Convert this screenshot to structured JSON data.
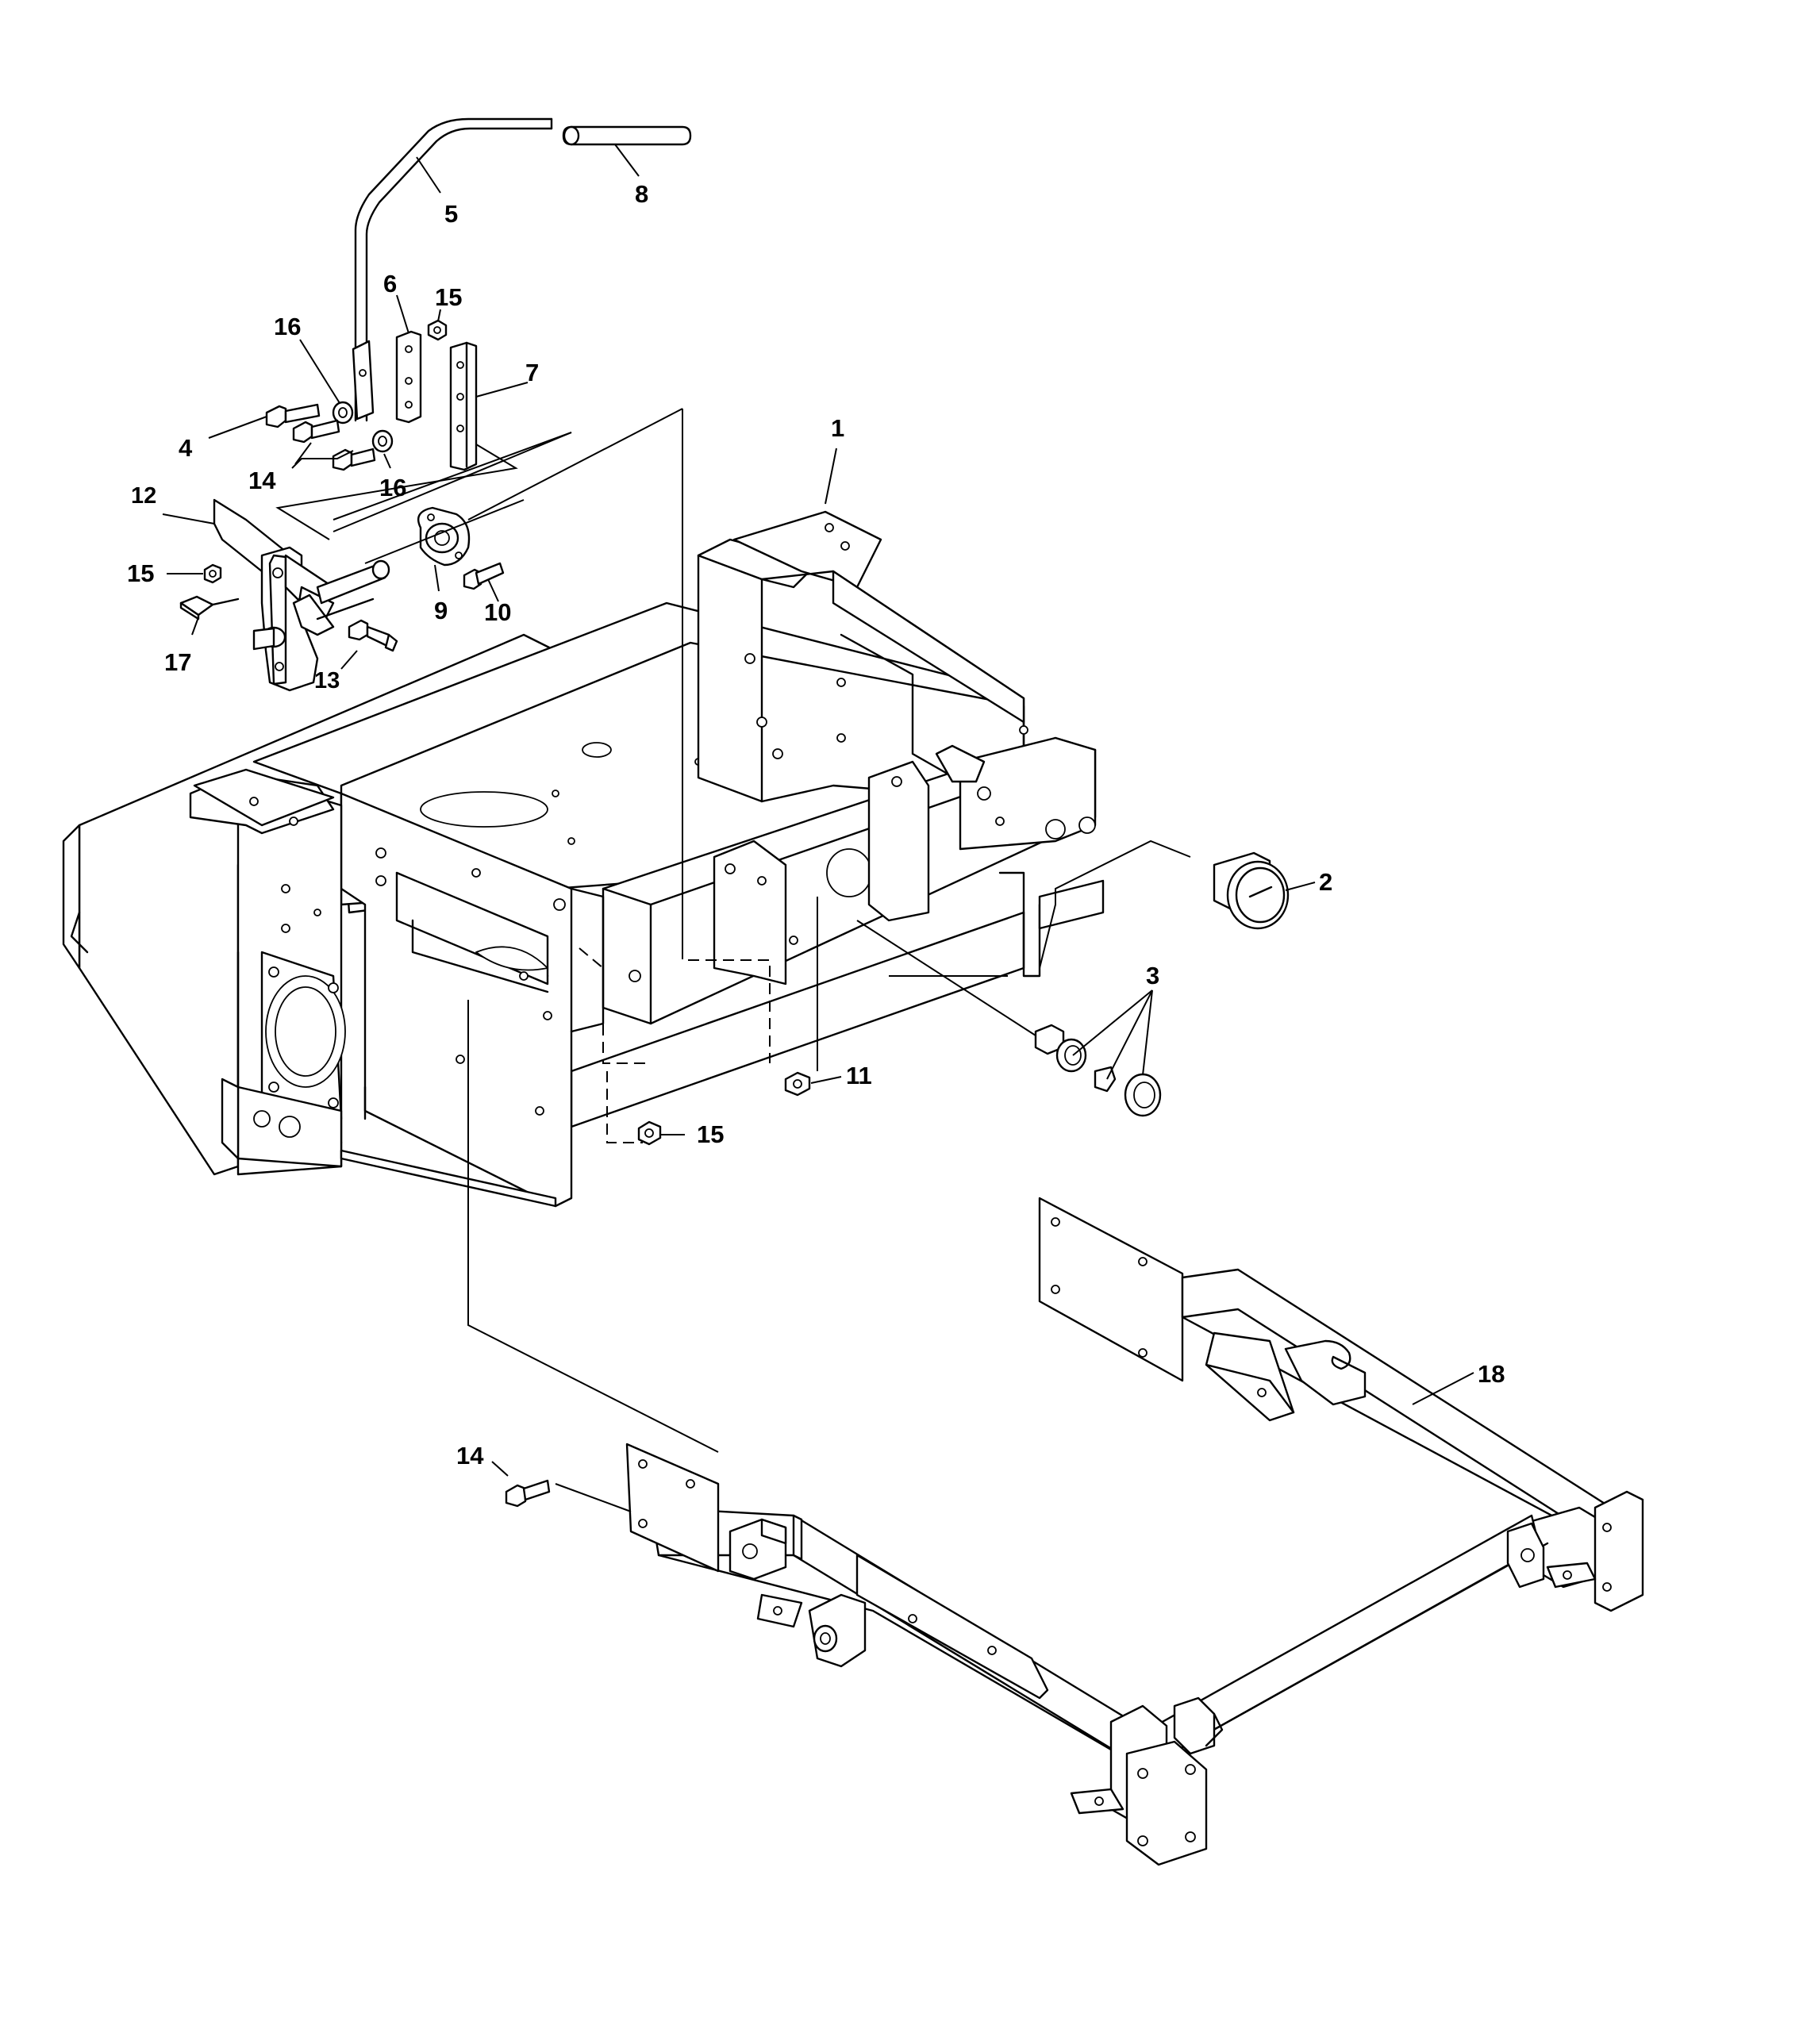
{
  "diagram": {
    "callouts": [
      {
        "id": "c1",
        "text": "1"
      },
      {
        "id": "c2",
        "text": "2"
      },
      {
        "id": "c3",
        "text": "3"
      },
      {
        "id": "c4",
        "text": "4"
      },
      {
        "id": "c5",
        "text": "5"
      },
      {
        "id": "c6",
        "text": "6"
      },
      {
        "id": "c7",
        "text": "7"
      },
      {
        "id": "c8",
        "text": "8"
      },
      {
        "id": "c9",
        "text": "9"
      },
      {
        "id": "c10",
        "text": "10"
      },
      {
        "id": "c11",
        "text": "11"
      },
      {
        "id": "c12",
        "text": "12"
      },
      {
        "id": "c13",
        "text": "13"
      },
      {
        "id": "c14a",
        "text": "14"
      },
      {
        "id": "c14b",
        "text": "14"
      },
      {
        "id": "c15a",
        "text": "15"
      },
      {
        "id": "c15b",
        "text": "15"
      },
      {
        "id": "c15c",
        "text": "15"
      },
      {
        "id": "c16a",
        "text": "16"
      },
      {
        "id": "c16b",
        "text": "16"
      },
      {
        "id": "c17",
        "text": "17"
      },
      {
        "id": "c18",
        "text": "18"
      }
    ]
  }
}
